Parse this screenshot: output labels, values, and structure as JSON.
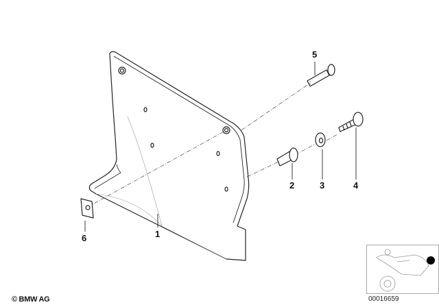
{
  "diagram": {
    "type": "exploded parts diagram",
    "parts": [
      {
        "number": "1",
        "description": "license plate carrier panel"
      },
      {
        "number": "2",
        "description": "expansion rivet / plug"
      },
      {
        "number": "3",
        "description": "washer"
      },
      {
        "number": "4",
        "description": "tapping screw"
      },
      {
        "number": "5",
        "description": "bolt"
      },
      {
        "number": "6",
        "description": "clip nut"
      }
    ],
    "labels": {
      "p1": "1",
      "p2": "2",
      "p3": "3",
      "p4": "4",
      "p5": "5",
      "p6": "6"
    }
  },
  "footer": {
    "copyright": "© BMW AG",
    "document_number": "00016659"
  },
  "thumbnail": {
    "description": "motorcycle locator thumbnail with marker dot",
    "marker_color": "#000000"
  }
}
